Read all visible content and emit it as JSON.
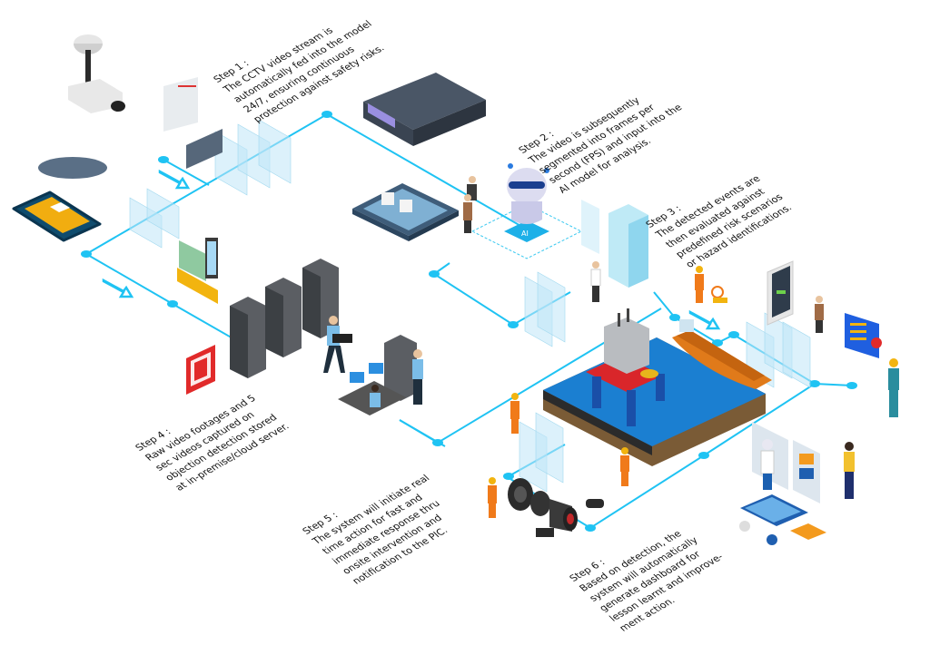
{
  "colors": {
    "line": "#1fc3f3",
    "panel": "#bfe6f7",
    "server": "#4a4d52",
    "accent_orange": "#f39a1e",
    "accent_red": "#d9262a",
    "sea": "#1b7fd1"
  },
  "steps": [
    {
      "title": "Step 1 :",
      "lines": [
        "The CCTV video stream is",
        "automatically fed into the model",
        "24/7, ensuring continuous",
        "protection against safety risks."
      ]
    },
    {
      "title": "Step 2 :",
      "lines": [
        "The video is subsequently",
        "segmented into frames per",
        "second (FPS) and input into the",
        "AI model for analysis."
      ]
    },
    {
      "title": "Step 3 :",
      "lines": [
        "The detected events are",
        "then evaluated against",
        "predefined risk scenarios",
        "or hazard identifications."
      ]
    },
    {
      "title": "Step 4 :",
      "lines": [
        "Raw video footages and 5",
        "sec videos captured on",
        "objection detection stored",
        "at in-premise/cloud server."
      ]
    },
    {
      "title": "Step 5 :",
      "lines": [
        "The system will initiate real",
        "time action for fast and",
        "immediate response thru",
        "onsite intervention and",
        "notification to the PIC."
      ]
    },
    {
      "title": "Step 6 :",
      "lines": [
        "Based on detection, the",
        "system will automatically",
        "generate dashboard for",
        "lesson learnt and improve-",
        "ment action."
      ]
    }
  ],
  "chip_label": "AI"
}
